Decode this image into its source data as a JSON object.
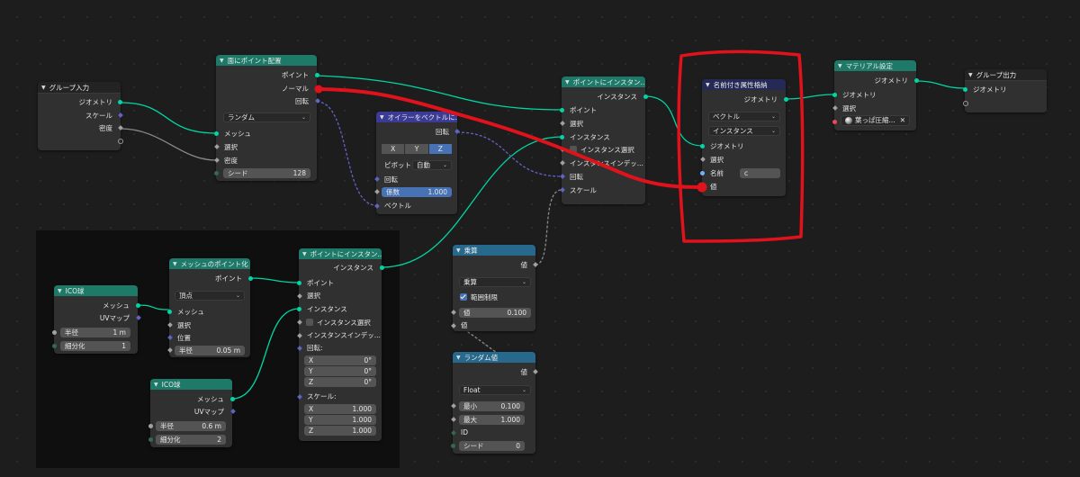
{
  "colors": {
    "geometry": "#00d6a3",
    "float": "#a1a1a1",
    "vector": "#6363c7",
    "annotation": "#e0121b",
    "frame": "#0f0f0f"
  },
  "group_input": {
    "title": "グループ入力",
    "outputs": [
      "ジオメトリ",
      "スケール",
      "密度"
    ]
  },
  "distribute": {
    "title": "面にポイント配置",
    "outputs": [
      "ポイント",
      "ノーマル",
      "回転"
    ],
    "mode": "ランダム",
    "inputs": [
      "メッシュ",
      "選択",
      "密度"
    ],
    "seed_label": "シード",
    "seed_value": "128"
  },
  "euler_to_vector": {
    "title": "オイラーをベクトルに...",
    "output": "回転",
    "axes": [
      "X",
      "Y",
      "Z"
    ],
    "pivot_label": "ピボット",
    "pivot_value": "自動",
    "rotation_label": "回転",
    "factor_label": "係数",
    "factor_value": "1.000",
    "vector_label": "ベクトル"
  },
  "instance_top": {
    "title": "ポイントにインスタン...",
    "output": "インスタンス",
    "inputs": [
      "ポイント",
      "選択",
      "インスタンス",
      "インスタンス選択",
      "インスタンスインデッ...",
      "回転",
      "スケール"
    ]
  },
  "store_attr": {
    "title": "名前付き属性格納",
    "output": "ジオメトリ",
    "type": "ベクトル",
    "domain": "インスタンス",
    "inputs": [
      "ジオメトリ",
      "選択",
      "名前",
      "値"
    ],
    "name_value": "c"
  },
  "material": {
    "title": "マテリアル設定",
    "output": "ジオメトリ",
    "inputs": [
      "ジオメトリ",
      "選択"
    ],
    "material_name": "葉っぱ圧縮...",
    "close": "✕"
  },
  "group_output": {
    "title": "グループ出力",
    "input": "ジオメトリ"
  },
  "math": {
    "title": "乗算",
    "output": "値",
    "operation": "乗算",
    "clamp_label": "範囲制限",
    "value_label": "値",
    "value": "0.100",
    "input2": "値"
  },
  "random": {
    "title": "ランダム値",
    "output": "値",
    "type": "Float",
    "min_label": "最小",
    "min_value": "0.100",
    "max_label": "最大",
    "max_value": "1.000",
    "id_label": "ID",
    "seed_label": "シード",
    "seed_value": "0"
  },
  "ico1": {
    "title": "ICO球",
    "outputs": [
      "メッシュ",
      "UVマップ"
    ],
    "radius_label": "半径",
    "radius_value": "1 m",
    "sub_label": "細分化",
    "sub_value": "1"
  },
  "mesh_to_points": {
    "title": "メッシュのポイント化",
    "output": "ポイント",
    "mode": "頂点",
    "inputs": [
      "メッシュ",
      "選択",
      "位置"
    ],
    "radius_label": "半径",
    "radius_value": "0.05 m"
  },
  "ico2": {
    "title": "ICO球",
    "outputs": [
      "メッシュ",
      "UVマップ"
    ],
    "radius_label": "半径",
    "radius_value": "0.6 m",
    "sub_label": "細分化",
    "sub_value": "2"
  },
  "instance_bottom": {
    "title": "ポイントにインスタン...",
    "output": "インスタンス",
    "inputs": [
      "ポイント",
      "選択",
      "インスタンス",
      "インスタンス選択",
      "インスタンスインデッ..."
    ],
    "rotation_label": "回転:",
    "rot": [
      {
        "axis": "X",
        "value": "0°"
      },
      {
        "axis": "Y",
        "value": "0°"
      },
      {
        "axis": "Z",
        "value": "0°"
      }
    ],
    "scale_label": "スケール:",
    "scl": [
      {
        "axis": "X",
        "value": "1.000"
      },
      {
        "axis": "Y",
        "value": "1.000"
      },
      {
        "axis": "Z",
        "value": "1.000"
      }
    ]
  }
}
